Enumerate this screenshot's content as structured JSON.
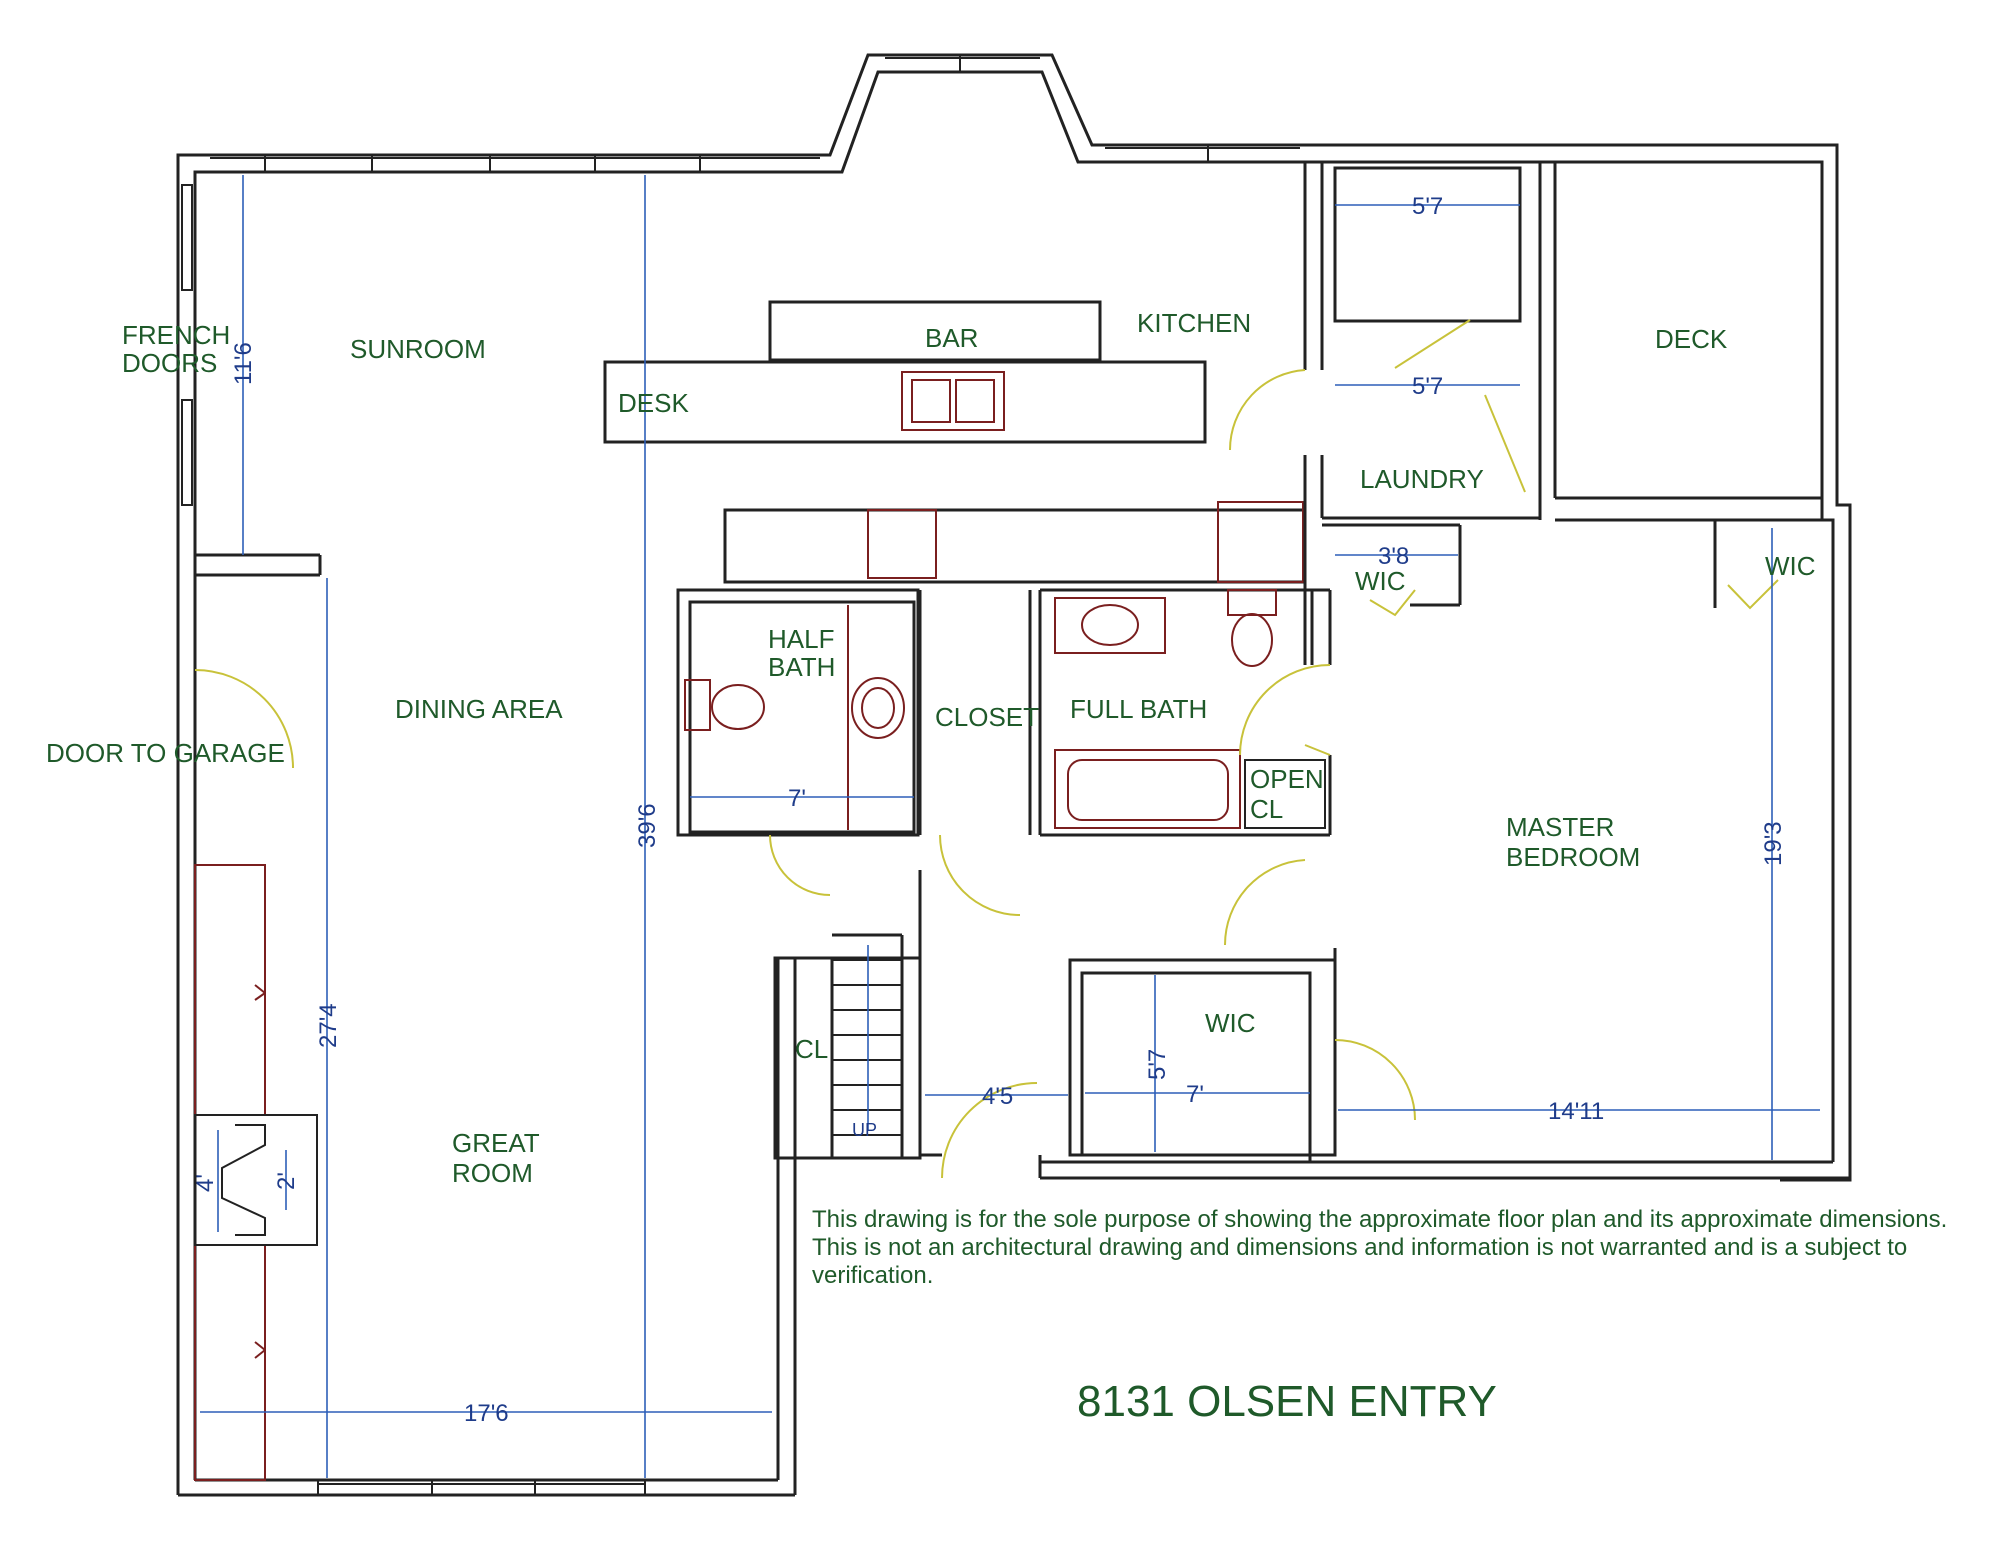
{
  "rooms": {
    "french_doors": [
      "FRENCH",
      "DOORS"
    ],
    "sunroom": "SUNROOM",
    "bar": "BAR",
    "kitchen": "KITCHEN",
    "desk": "DESK",
    "deck": "DECK",
    "laundry": "LAUNDRY",
    "wic_small": "WIC",
    "wic_right": "WIC",
    "wic_bottom": "WIC",
    "half_bath": [
      "HALF",
      "BATH"
    ],
    "closet": "CLOSET",
    "full_bath": "FULL BATH",
    "open_cl": [
      "OPEN",
      "CL"
    ],
    "dining_area": "DINING AREA",
    "door_to_garage": "DOOR TO GARAGE",
    "master_bedroom": [
      "MASTER",
      "BEDROOM"
    ],
    "cl": "CL",
    "up": "UP",
    "great_room": [
      "GREAT",
      "ROOM"
    ]
  },
  "dimensions": {
    "laundry_top": "5'7",
    "laundry_mid": "5'7",
    "sunroom_height": "11'6",
    "overall_height": "39'6",
    "great_room_height": "27'4",
    "wic_width": "3'8",
    "half_bath_width": "7'",
    "master_height": "19'3",
    "wic_bottom_height": "5'7",
    "wic_bottom_width": "7'",
    "hall_width": "4'5",
    "master_width": "14'11",
    "fireplace_outer": "4'",
    "fireplace_inner": "2'",
    "great_room_width": "17'6"
  },
  "disclaimer": "This drawing is for the sole purpose of showing the approximate floor plan and its approximate dimensions.  This is not an architectural drawing and dimensions and information is not warranted and is a subject to verification.",
  "title": "8131 OLSEN ENTRY",
  "colors": {
    "label_green": "#1f5a2a",
    "dimension_blue": "#2d5fb8",
    "fixture_red": "#7a1f1f",
    "door_swing_yellow": "#c8c23a"
  }
}
